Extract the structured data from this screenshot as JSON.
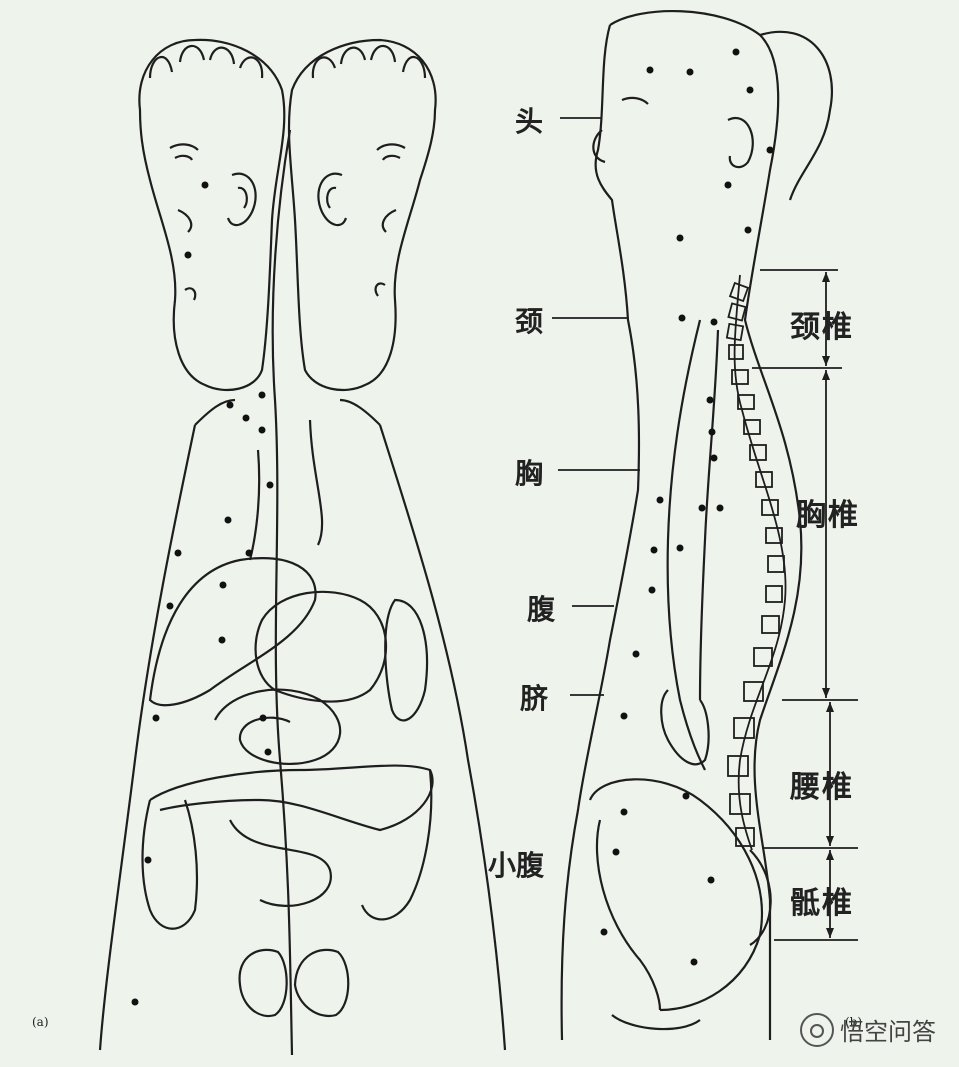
{
  "labels": {
    "body_parts": {
      "head": "头",
      "neck": "颈",
      "chest": "胸",
      "abdomen": "腹",
      "navel": "脐",
      "lower_abdomen": "小腹"
    },
    "spine_regions": {
      "cervical": "颈椎",
      "thoracic": "胸椎",
      "lumbar": "腰椎",
      "sacral": "骶椎"
    },
    "figure_marks": {
      "left": "(a)",
      "right": "(b)"
    }
  },
  "watermark": {
    "text": "悟空问答",
    "icon": "wukong-logo-icon"
  },
  "colors": {
    "background": "#eef3ec",
    "line": "#1e1e1e",
    "dot": "#111111"
  }
}
